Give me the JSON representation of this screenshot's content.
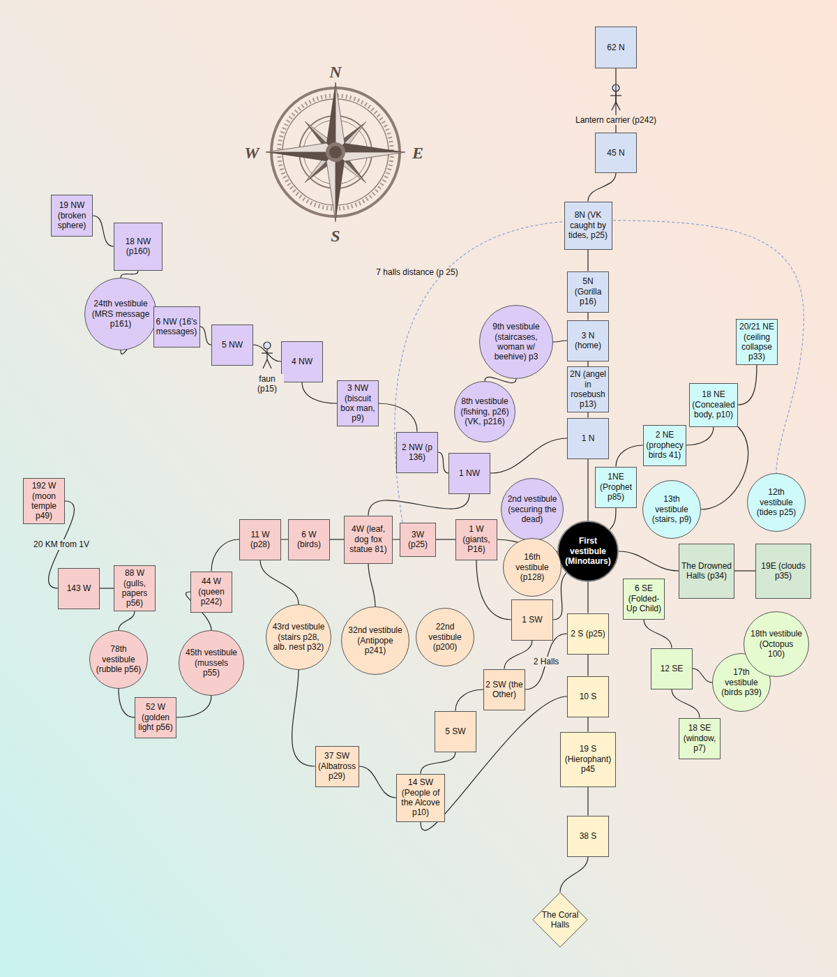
{
  "diagram": {
    "nodes": [
      {
        "text": [
          "62 N"
        ]
      },
      {
        "text": [
          "45 N"
        ]
      },
      {
        "text": [
          "8N (VK caught by tides, p25)"
        ]
      },
      {
        "text": [
          "5N (Gorilla p16)"
        ]
      },
      {
        "text": [
          "3 N (home)"
        ]
      },
      {
        "text": [
          "2N (angel in rosebush p13)"
        ]
      },
      {
        "text": [
          "1 N"
        ]
      },
      {
        "text": [
          "First vestibule (Minotaurs)"
        ]
      },
      {
        "text": [
          "9th vestibule (staircases, woman w/ beehive) p3"
        ]
      },
      {
        "text": [
          "8th vestibule (fishing, p26) (VK, p216)"
        ]
      },
      {
        "text": [
          "2nd vestibule (securing the dead)"
        ]
      },
      {
        "text": [
          "19 NW (broken sphere)"
        ]
      },
      {
        "text": [
          "18 NW (p160)"
        ]
      },
      {
        "text": [
          "24tth vestibule (MRS message p161)"
        ]
      },
      {
        "text": [
          "6 NW (16's messages)"
        ]
      },
      {
        "text": [
          "5 NW"
        ]
      },
      {
        "text": [
          "4 NW"
        ]
      },
      {
        "text": [
          "3 NW (biscuit box man, p9)"
        ]
      },
      {
        "text": [
          "2 NW (p 136)"
        ]
      },
      {
        "text": [
          "1 NW"
        ]
      },
      {
        "text": [
          "20/21 NE (ceiling collapse p33)"
        ]
      },
      {
        "text": [
          "18 NE (Concealed body, p10)"
        ]
      },
      {
        "text": [
          "2 NE (prophecy birds 41)"
        ]
      },
      {
        "text": [
          "1NE (Prophet p85)"
        ]
      },
      {
        "text": [
          "13th vestibule (stairs, p9)"
        ]
      },
      {
        "text": [
          "12th vestibule (tides p25)"
        ]
      },
      {
        "text": [
          "The Drowned Halls (p34)"
        ]
      },
      {
        "text": [
          "19E (clouds p35)"
        ]
      },
      {
        "text": [
          "1 W (giants, P16)"
        ]
      },
      {
        "text": [
          "3W (p25)"
        ]
      },
      {
        "text": [
          "4W (leaf, dog fox statue 81)"
        ]
      },
      {
        "text": [
          "6 W (birds)"
        ]
      },
      {
        "text": [
          "11 W (p28)"
        ]
      },
      {
        "text": [
          "44 W (queen p242)"
        ]
      },
      {
        "text": [
          "45th vestibule (mussels p55)"
        ]
      },
      {
        "text": [
          "52 W (golden light p56)"
        ]
      },
      {
        "text": [
          "78th vestibule (rubble p56)"
        ]
      },
      {
        "text": [
          "88 W (gulls, papers p56)"
        ]
      },
      {
        "text": [
          "143 W"
        ]
      },
      {
        "text": [
          "192 W (moon temple p49)"
        ]
      },
      {
        "text": [
          "43rd vestibule (stairs p28, alb. nest p32)"
        ]
      },
      {
        "text": [
          "32nd vestibule (Antipope p241)"
        ]
      },
      {
        "text": [
          "22nd vestibule (p200)"
        ]
      },
      {
        "text": [
          "16th vestibule (p128)"
        ]
      },
      {
        "text": [
          "1 SW"
        ]
      },
      {
        "text": [
          "2 SW (the Other)"
        ]
      },
      {
        "text": [
          "5 SW"
        ]
      },
      {
        "text": [
          "37 SW (Albatross p29)"
        ]
      },
      {
        "text": [
          "14 SW (People of the Alcove p10)"
        ]
      },
      {
        "text": [
          "2 S (p25)"
        ]
      },
      {
        "text": [
          "10 S"
        ]
      },
      {
        "text": [
          "19 S (Hierophant) p45"
        ]
      },
      {
        "text": [
          "38 S"
        ]
      },
      {
        "text": [
          "The Coral Halls"
        ]
      },
      {
        "text": [
          "6 SE (Folded-Up Child)"
        ]
      },
      {
        "text": [
          "12 SE"
        ]
      },
      {
        "text": [
          "17th vestibule (birds p39)"
        ]
      },
      {
        "text": [
          "18 SE (window, p7)"
        ]
      },
      {
        "text": [
          "18th vestibule (Octopus 100)"
        ]
      }
    ],
    "edges": [
      {
        "from": 0,
        "to": 1,
        "arrow": "none",
        "label": "Lantern carrier (p242)"
      },
      {
        "from": 1,
        "to": 2,
        "arrow": "none"
      },
      {
        "from": 2,
        "to": 3,
        "arrow": "none"
      },
      {
        "from": 3,
        "to": 4,
        "arrow": "none"
      },
      {
        "from": 4,
        "to": 5,
        "arrow": "none"
      },
      {
        "from": 5,
        "to": 6,
        "arrow": "none"
      },
      {
        "from": 6,
        "to": 7,
        "arrow": "none"
      },
      {
        "from": 8,
        "to": 4,
        "arrow": "none"
      },
      {
        "from": 9,
        "to": 8,
        "arrow": "none"
      },
      {
        "from": 6,
        "to": 19,
        "arrow": "none"
      },
      {
        "from": 18,
        "to": 19,
        "arrow": "none"
      },
      {
        "from": 18,
        "to": 17,
        "arrow": "none"
      },
      {
        "from": 17,
        "to": 16,
        "arrow": "none"
      },
      {
        "from": 16,
        "to": 15,
        "arrow": "none",
        "label": "faun (p15)"
      },
      {
        "from": 15,
        "to": 14,
        "arrow": "none"
      },
      {
        "from": 14,
        "to": 13,
        "arrow": "none"
      },
      {
        "from": 13,
        "to": 12,
        "arrow": "none"
      },
      {
        "from": 12,
        "to": 11,
        "arrow": "none"
      },
      {
        "from": 19,
        "to": 30,
        "arrow": "none"
      },
      {
        "from": 7,
        "to": 23,
        "arrow": "none"
      },
      {
        "from": 23,
        "to": 22,
        "arrow": "none"
      },
      {
        "from": 22,
        "to": 21,
        "arrow": "none"
      },
      {
        "from": 21,
        "to": 20,
        "arrow": "none"
      },
      {
        "from": 21,
        "to": 24,
        "arrow": "none"
      },
      {
        "from": 7,
        "to": 26,
        "arrow": "none"
      },
      {
        "from": 26,
        "to": 27,
        "arrow": "none"
      },
      {
        "from": 28,
        "to": 7,
        "arrow": "none"
      },
      {
        "from": 28,
        "to": 29,
        "arrow": "none"
      },
      {
        "from": 29,
        "to": 30,
        "arrow": "none"
      },
      {
        "from": 30,
        "to": 31,
        "arrow": "none"
      },
      {
        "from": 31,
        "to": 32,
        "arrow": "none"
      },
      {
        "from": 30,
        "to": 41,
        "arrow": "none"
      },
      {
        "from": 32,
        "to": 40,
        "arrow": "none"
      },
      {
        "from": 32,
        "to": 33,
        "arrow": "none"
      },
      {
        "from": 33,
        "to": 34,
        "arrow": "none"
      },
      {
        "from": 34,
        "to": 35,
        "arrow": "none"
      },
      {
        "from": 35,
        "to": 36,
        "arrow": "none"
      },
      {
        "from": 36,
        "to": 37,
        "arrow": "none"
      },
      {
        "from": 37,
        "to": 38,
        "arrow": "none"
      },
      {
        "from": 39,
        "to": 38,
        "arrow": "none",
        "label": "20 KM from 1V"
      },
      {
        "from": 28,
        "to": 44,
        "arrow": "none"
      },
      {
        "from": 7,
        "to": 44,
        "arrow": "none"
      },
      {
        "from": 44,
        "to": 45,
        "arrow": "none"
      },
      {
        "from": 45,
        "to": 46,
        "arrow": "none"
      },
      {
        "from": 46,
        "to": 48,
        "arrow": "none"
      },
      {
        "from": 45,
        "to": 49,
        "arrow": "none",
        "label": "2 Halls"
      },
      {
        "from": 40,
        "to": 47,
        "arrow": "none"
      },
      {
        "from": 47,
        "to": 48,
        "arrow": "none"
      },
      {
        "from": 48,
        "to": 50,
        "arrow": "none"
      },
      {
        "from": 7,
        "to": 49,
        "arrow": "none"
      },
      {
        "from": 49,
        "to": 50,
        "arrow": "none"
      },
      {
        "from": 50,
        "to": 51,
        "arrow": "none"
      },
      {
        "from": 51,
        "to": 52,
        "arrow": "none"
      },
      {
        "from": 52,
        "to": 53,
        "arrow": "none"
      },
      {
        "from": 54,
        "to": 55,
        "arrow": "none"
      },
      {
        "from": 55,
        "to": 56,
        "arrow": "none"
      },
      {
        "from": 55,
        "to": 57,
        "arrow": "none"
      },
      {
        "from": 29,
        "to": 25,
        "arrow": "none",
        "label": "7 halls distance (p 25)"
      }
    ],
    "labels": [
      "N",
      "W",
      "E",
      "S"
    ]
  }
}
